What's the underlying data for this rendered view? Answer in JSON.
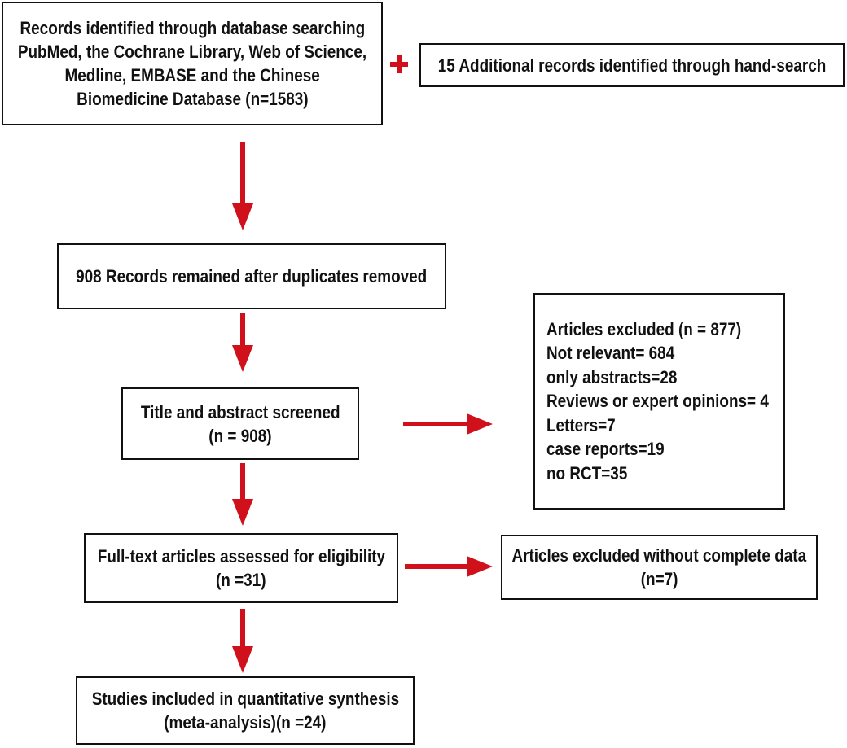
{
  "boxes": {
    "database_search": {
      "lines": [
        "Records identified through database searching",
        "PubMed, the Cochrane Library, Web of Science,",
        "Medline, EMBASE and the Chinese",
        "Biomedicine Database (n=1583)"
      ]
    },
    "hand_search": {
      "lines": [
        "15 Additional records identified through hand-search"
      ]
    },
    "duplicates_removed": {
      "lines": [
        "908 Records remained after duplicates removed"
      ]
    },
    "screened": {
      "lines": [
        "Title and abstract screened",
        "(n = 908)"
      ]
    },
    "excluded_screening": {
      "lines": [
        "Articles excluded (n = 877)",
        "Not relevant= 684",
        "only abstracts=28",
        "Reviews or expert opinions= 4",
        "Letters=7",
        "case reports=19",
        "no RCT=35"
      ]
    },
    "full_text": {
      "lines": [
        "Full-text articles assessed for eligibility",
        "(n =31)"
      ]
    },
    "excluded_incomplete": {
      "lines": [
        "Articles excluded without complete data",
        "(n=7)"
      ]
    },
    "included": {
      "lines": [
        "Studies included in quantitative synthesis",
        "(meta-analysis)(n =24)"
      ]
    }
  },
  "colors": {
    "arrow": "#d0101a",
    "border": "#111111",
    "text": "#111111"
  }
}
